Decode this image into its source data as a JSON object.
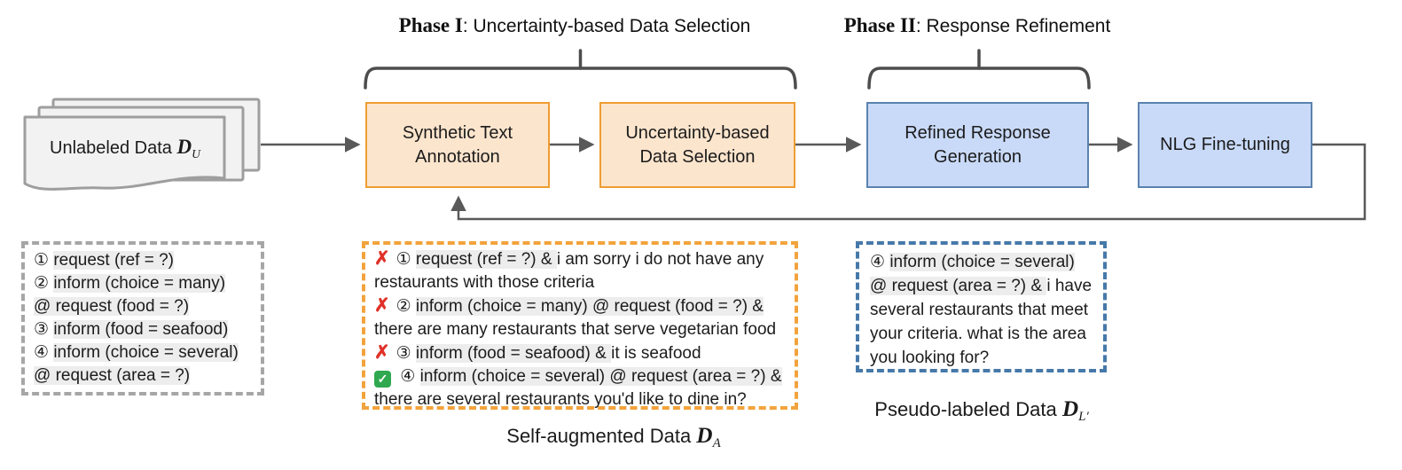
{
  "phase1": {
    "prefix": "Phase I",
    "rest": ": Uncertainty-based Data Selection"
  },
  "phase2": {
    "prefix": "Phase II",
    "rest": ": Response Refinement"
  },
  "unlabeled": {
    "label": "Unlabeled Data ",
    "symbol": "D",
    "sub": "U"
  },
  "boxes": {
    "synthetic": "Synthetic Text Annotation",
    "uncertainty": "Uncertainty-based Data Selection",
    "refined": "Refined Response Generation",
    "nlg": "NLG Fine-tuning"
  },
  "icons": {
    "cross": "✗",
    "check": "✓"
  },
  "gray_box": {
    "lines": [
      [
        {
          "s": "plain",
          "t": "① "
        },
        {
          "s": "hl",
          "t": "request (ref = ?)"
        }
      ],
      [
        {
          "s": "plain",
          "t": "② "
        },
        {
          "s": "hl",
          "t": "inform (choice = many)"
        }
      ],
      [
        {
          "s": "hl",
          "t": "@ request (food = ?)"
        }
      ],
      [
        {
          "s": "plain",
          "t": "③ "
        },
        {
          "s": "hl",
          "t": "inform (food = seafood)"
        }
      ],
      [
        {
          "s": "plain",
          "t": "④ "
        },
        {
          "s": "hl",
          "t": "inform (choice = several)"
        }
      ],
      [
        {
          "s": "hl",
          "t": "@ request (area = ?)"
        }
      ]
    ]
  },
  "orange_box": {
    "lines": [
      [
        {
          "s": "cross"
        },
        {
          "s": "plain",
          "t": "① "
        },
        {
          "s": "hl",
          "t": "request (ref = ?) & "
        },
        {
          "s": "plain",
          "t": "i am sorry i do not have any restaurants with those criteria"
        }
      ],
      [
        {
          "s": "cross"
        },
        {
          "s": "plain",
          "t": "② "
        },
        {
          "s": "hl",
          "t": "inform (choice = many) @ request (food = ?) & "
        },
        {
          "s": "plain",
          "t": "there are many restaurants that serve vegetarian food"
        }
      ],
      [
        {
          "s": "cross"
        },
        {
          "s": "plain",
          "t": "③ "
        },
        {
          "s": "hl",
          "t": "inform (food = seafood) & "
        },
        {
          "s": "plain",
          "t": "it is seafood"
        }
      ],
      [
        {
          "s": "check"
        },
        {
          "s": "plain",
          "t": " ④ "
        },
        {
          "s": "hl",
          "t": "inform (choice = several) @ request (area = ?) & "
        },
        {
          "s": "plain",
          "t": "there are several restaurants you'd like to dine in?"
        }
      ]
    ]
  },
  "blue_box": {
    "lines": [
      [
        {
          "s": "plain",
          "t": "④ "
        },
        {
          "s": "hl",
          "t": "inform (choice = several)"
        }
      ],
      [
        {
          "s": "hl",
          "t": "@ request (area = ?) & "
        },
        {
          "s": "plain",
          "t": "i have"
        }
      ],
      [
        {
          "s": "plain",
          "t": "several restaurants that meet"
        }
      ],
      [
        {
          "s": "plain",
          "t": "your criteria. what is the area"
        }
      ],
      [
        {
          "s": "plain",
          "t": "you looking for?"
        }
      ]
    ]
  },
  "captions": {
    "self_augmented": {
      "label": "Self-augmented Data ",
      "symbol": "D",
      "sub": "A"
    },
    "pseudo_labeled": {
      "label": "Pseudo-labeled Data ",
      "symbol": "D",
      "sub": "L′"
    }
  },
  "colors": {
    "orange_fill": "#FCE5CD",
    "orange_border": "#EE9D31",
    "blue_fill": "#C9DAF8",
    "blue_border": "#5B82AE",
    "dash_gray": "#A6A6A6",
    "dash_orange": "#F2A33C",
    "dash_blue": "#4679A9",
    "arrow_gray": "#595959",
    "doc_fill": "#F2F2F2",
    "doc_border": "#9E9E9E",
    "highlight": "#EDEDED",
    "cross_red": "#E03127",
    "check_green": "#2FA84F",
    "text": "#1B1B1B"
  }
}
